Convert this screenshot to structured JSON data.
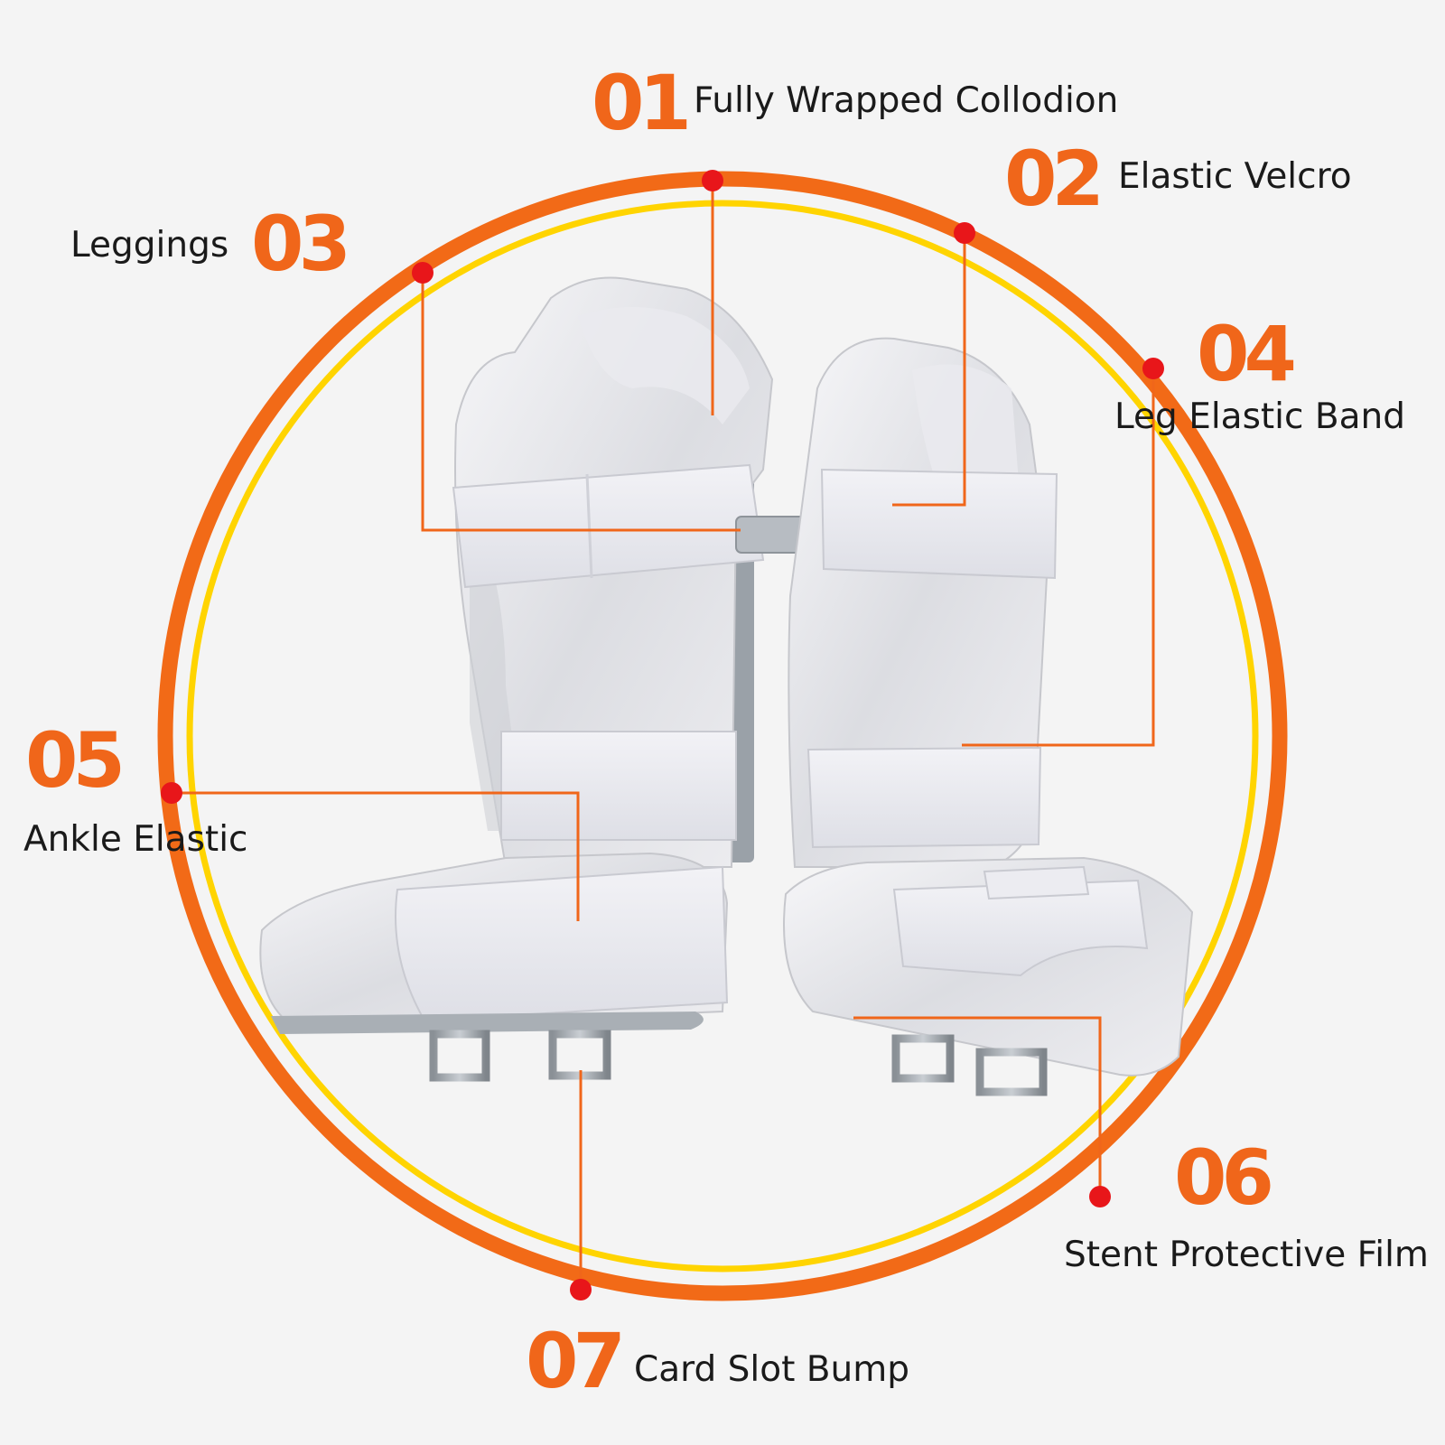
{
  "colors": {
    "accent": "#f0661a",
    "dot": "#e8161a",
    "ring_outer": "#f26a17",
    "ring_inner": "#ffd400",
    "background": "#f4f4f4"
  },
  "callouts": [
    {
      "num": "01",
      "label": "Fully Wrapped Collodion"
    },
    {
      "num": "02",
      "label": "Elastic Velcro"
    },
    {
      "num": "03",
      "label": "Leggings"
    },
    {
      "num": "04",
      "label": "Leg Elastic Band"
    },
    {
      "num": "05",
      "label": "Ankle Elastic"
    },
    {
      "num": "06",
      "label": "Stent Protective Film"
    },
    {
      "num": "07",
      "label": "Card Slot Bump"
    }
  ]
}
